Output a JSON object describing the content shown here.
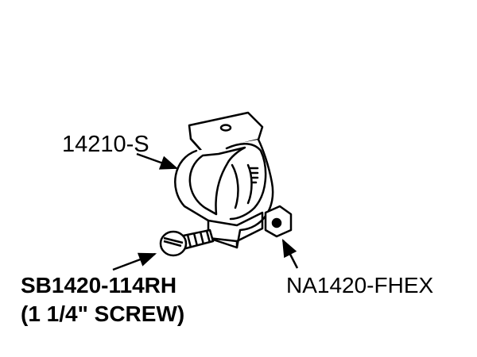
{
  "labels": {
    "clamp_part": "14210-S",
    "screw_part": "SB1420-114RH",
    "screw_note": "(1 1/4\" SCREW)",
    "nut_part": "NA1420-FHEX"
  },
  "colors": {
    "line": "#000000",
    "background": "#ffffff"
  }
}
